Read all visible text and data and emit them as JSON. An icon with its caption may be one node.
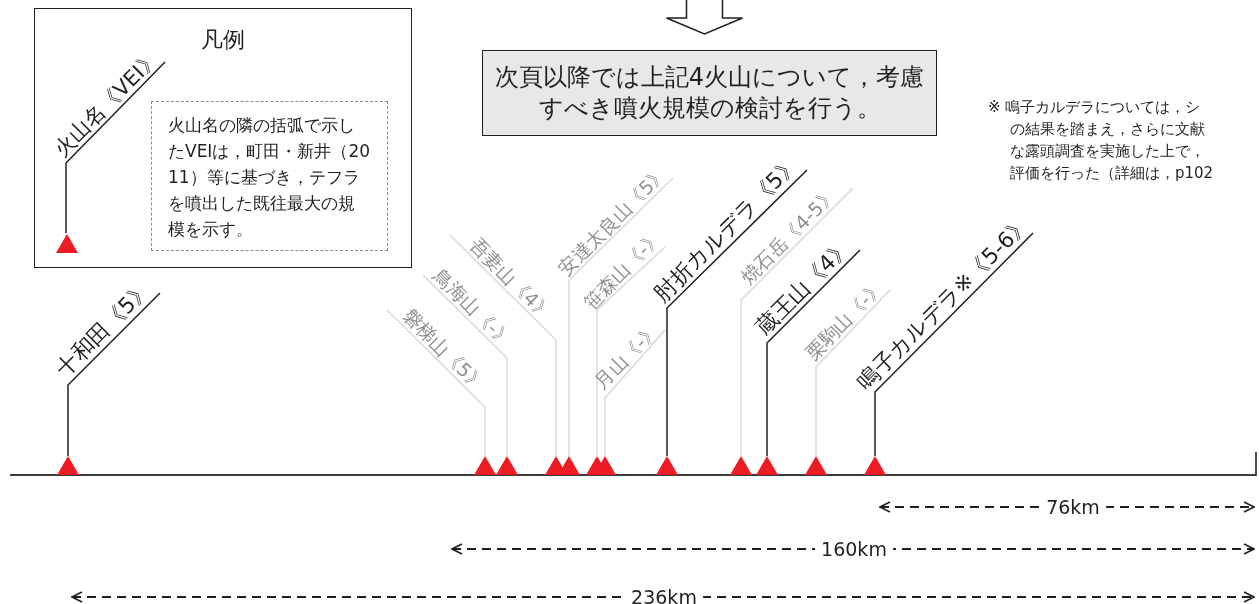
{
  "diagram": {
    "nodes": [
      {
        "text": [
          "凡例"
        ]
      },
      {
        "text": [
          "火山名《VEI》"
        ],
        "in": 0
      },
      {
        "text": [],
        "shape": "triangle",
        "in": 0
      },
      {
        "text": [
          "火山名の隣の括弧で示したVEIは，町田・新井（2011）等に基づき，テフラを噴出した既往最大の規模を示す。"
        ],
        "in": 0
      },
      {
        "text": [
          "次頁以降では上記4火山について，考慮すべき噴火規模の検討を行う。"
        ]
      },
      {
        "text": [
          "十和田《5》"
        ]
      },
      {
        "text": [],
        "shape": "triangle"
      },
      {
        "text": [
          "磐梯山《5》"
        ]
      },
      {
        "text": [],
        "shape": "triangle"
      },
      {
        "text": [
          "鳥海山《-》"
        ]
      },
      {
        "text": [],
        "shape": "triangle"
      },
      {
        "text": [
          "吾妻山《4》"
        ]
      },
      {
        "text": [],
        "shape": "triangle"
      },
      {
        "text": [
          "安達太良山《5》"
        ]
      },
      {
        "text": [],
        "shape": "triangle"
      },
      {
        "text": [
          "笹森山《-》"
        ]
      },
      {
        "text": [],
        "shape": "triangle"
      },
      {
        "text": [
          "月山《-》"
        ]
      },
      {
        "text": [],
        "shape": "triangle"
      },
      {
        "text": [
          "肘折カルデラ《5》"
        ]
      },
      {
        "text": [],
        "shape": "triangle"
      },
      {
        "text": [
          "焼石岳《4-5》"
        ]
      },
      {
        "text": [],
        "shape": "triangle"
      },
      {
        "text": [
          "蔵王山《4》"
        ]
      },
      {
        "text": [],
        "shape": "triangle"
      },
      {
        "text": [
          "栗駒山《-》"
        ]
      },
      {
        "text": [],
        "shape": "triangle"
      },
      {
        "text": [
          "鳴子カルデラ※《5-6》"
        ]
      },
      {
        "text": [],
        "shape": "triangle"
      }
    ],
    "edges": [
      {
        "from": null,
        "to": 4,
        "arrow": "to"
      },
      {
        "from": 1,
        "to": 2,
        "arrow": "none",
        "color": "#231f20"
      },
      {
        "from": 5,
        "to": 6,
        "arrow": "none",
        "color": "#231f20"
      },
      {
        "from": 7,
        "to": 8,
        "arrow": "none"
      },
      {
        "from": 9,
        "to": 10,
        "arrow": "none"
      },
      {
        "from": 11,
        "to": 12,
        "arrow": "none"
      },
      {
        "from": 13,
        "to": 14,
        "arrow": "none"
      },
      {
        "from": 15,
        "to": 16,
        "arrow": "none"
      },
      {
        "from": 17,
        "to": 18,
        "arrow": "none"
      },
      {
        "from": 19,
        "to": 20,
        "arrow": "none",
        "color": "#231f20"
      },
      {
        "from": 21,
        "to": 22,
        "arrow": "none"
      },
      {
        "from": 23,
        "to": 24,
        "arrow": "none",
        "color": "#231f20"
      },
      {
        "from": 25,
        "to": 26,
        "arrow": "none"
      },
      {
        "from": 27,
        "to": 28,
        "arrow": "none",
        "color": "#231f20"
      }
    ],
    "labels": [
      "※ 鳴子カルデラについては，シの結果を踏まえ，さらに文献な露頭調査を実施した上で，評価を行った（詳細は，p102",
      "76km",
      "160km",
      "236km"
    ]
  }
}
